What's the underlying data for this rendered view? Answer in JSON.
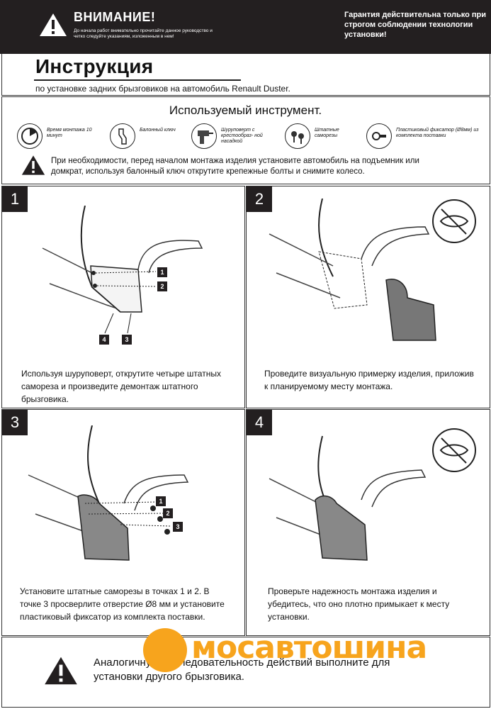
{
  "header": {
    "warning_title": "ВНИМАНИЕ!",
    "warning_sub": "До начала работ внимательно прочитайте данное руководство и четко следуйте указаниям, изложенным в нем!",
    "guarantee": "Гарантия действительна только при строгом соблюдении технологии установки!"
  },
  "title": {
    "heading": "Инструкция",
    "subtitle": "по установке задних брызговиков на автомобиль Renault Duster."
  },
  "tools": {
    "title": "Используемый инструмент.",
    "items": [
      {
        "label": "Время монтажа 10 минут",
        "icon": "clock-icon"
      },
      {
        "label": "Балонный ключ",
        "icon": "wrench-icon"
      },
      {
        "label": "Шуруповерт с крестообраз- ной насадкой",
        "icon": "drill-icon"
      },
      {
        "label": "Штатные саморезы",
        "icon": "screws-icon"
      },
      {
        "label": "Пластиковый фиксатор (Ø8мм) из комплекта поставки",
        "icon": "clip-icon"
      }
    ],
    "note": "При необходимости, перед началом монтажа изделия установите автомобиль на подъемник или домкрат, используя балонный ключ открутите крепежные болты и снимите колесо."
  },
  "steps": [
    {
      "number": "1",
      "caption": "Используя шуруповерт, открутите четыре штатных самореза и произведите демонтаж штатного брызговика.",
      "markers": [
        "1",
        "2",
        "4",
        "3"
      ]
    },
    {
      "number": "2",
      "caption": "Проведите визуальную примерку изделия, приложив к планируемому месту монтажа."
    },
    {
      "number": "3",
      "caption": "Установите штатные саморезы в точках 1 и 2. В точке 3 просверлите отверстие Ø8 мм и установите пластиковый фиксатор из комплекта поставки.",
      "markers": [
        "1",
        "2",
        "3"
      ]
    },
    {
      "number": "4",
      "caption": "Проверьте надежность монтажа изделия и убедитесь, что оно плотно примыкает к месту установки."
    }
  ],
  "footer": {
    "text": "Аналогичную последовательность действий выполните для установки другого брызговика.",
    "logo_text": "мосавтошина",
    "logo_color": "#f7a41d"
  }
}
